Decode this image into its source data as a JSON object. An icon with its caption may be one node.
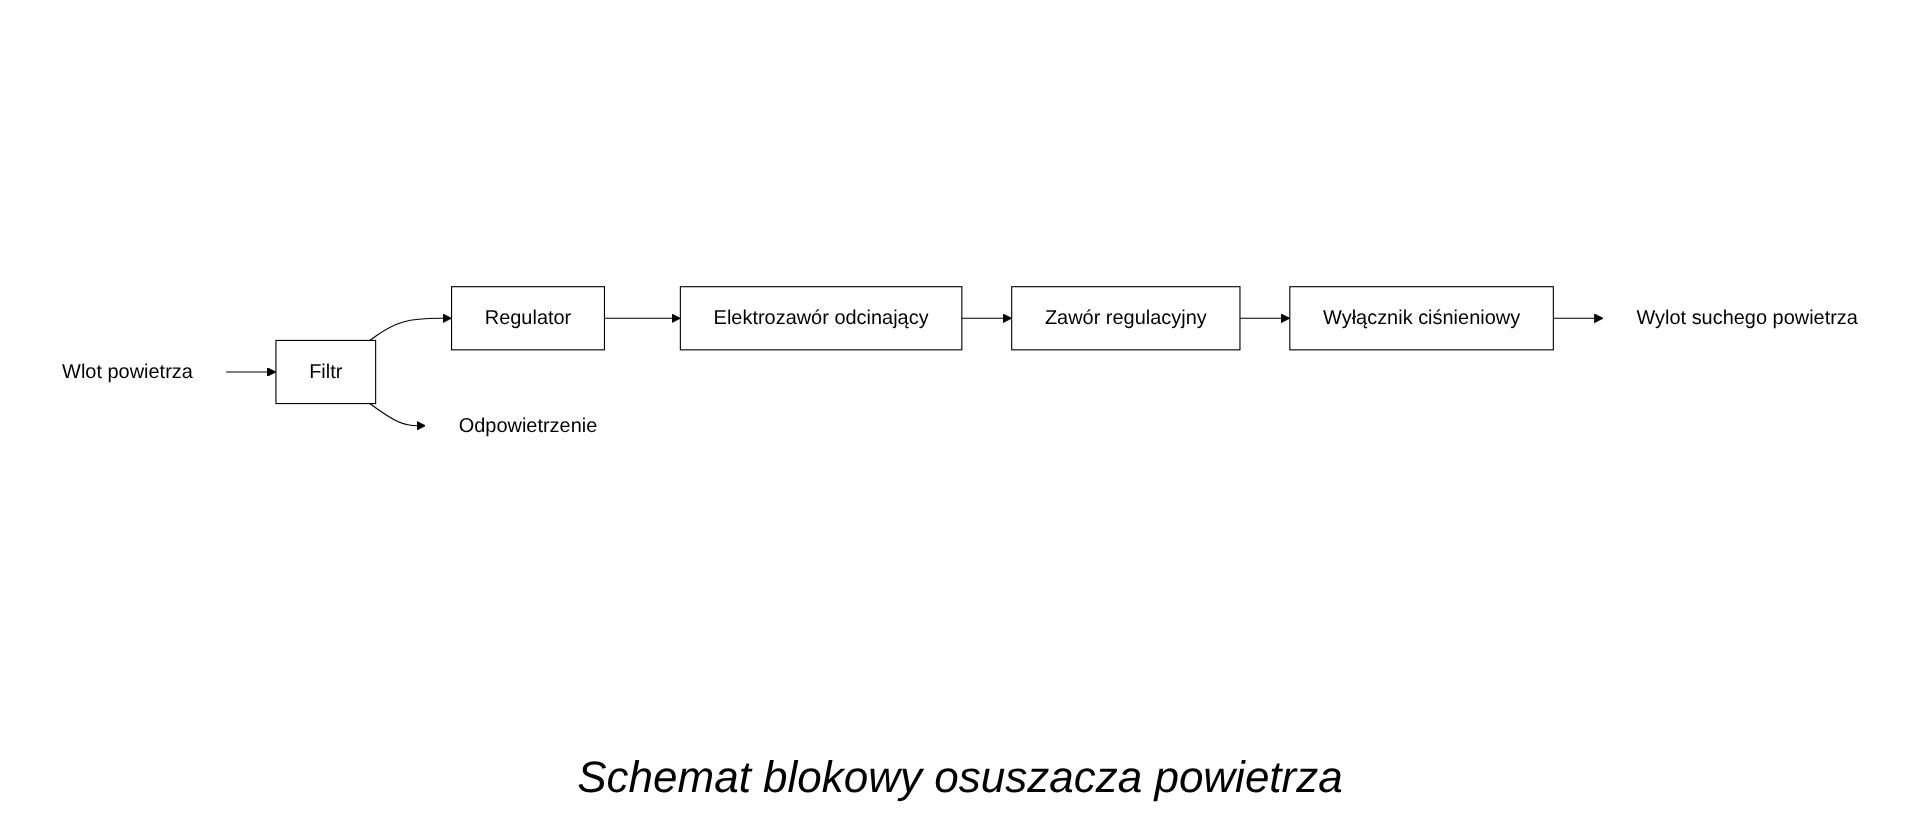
{
  "diagram": {
    "caption": "Schemat blokowy osuszacza powietrza",
    "nodes": [
      {
        "text": [
          "Wlot powietrza"
        ]
      },
      {
        "text": [
          "Filtr"
        ]
      },
      {
        "text": [
          "Regulator"
        ]
      },
      {
        "text": [
          "Elektrozawór odcinający"
        ]
      },
      {
        "text": [
          "Zawór regulacyjny"
        ]
      },
      {
        "text": [
          "Wyłącznik ciśnieniowy"
        ]
      },
      {
        "text": [
          "Odpowietrzenie"
        ]
      },
      {
        "text": [
          "Wylot suchego powietrza"
        ]
      }
    ],
    "edges": [
      {
        "from": 0,
        "to": 1,
        "arrow": "to"
      },
      {
        "from": 1,
        "to": 2,
        "arrow": "to"
      },
      {
        "from": 2,
        "to": 3,
        "arrow": "to"
      },
      {
        "from": 3,
        "to": 4,
        "arrow": "to"
      },
      {
        "from": 1,
        "to": 6,
        "arrow": "to"
      },
      {
        "from": 4,
        "to": 5,
        "arrow": "to"
      },
      {
        "from": 5,
        "to": 7,
        "arrow": "to"
      }
    ]
  }
}
